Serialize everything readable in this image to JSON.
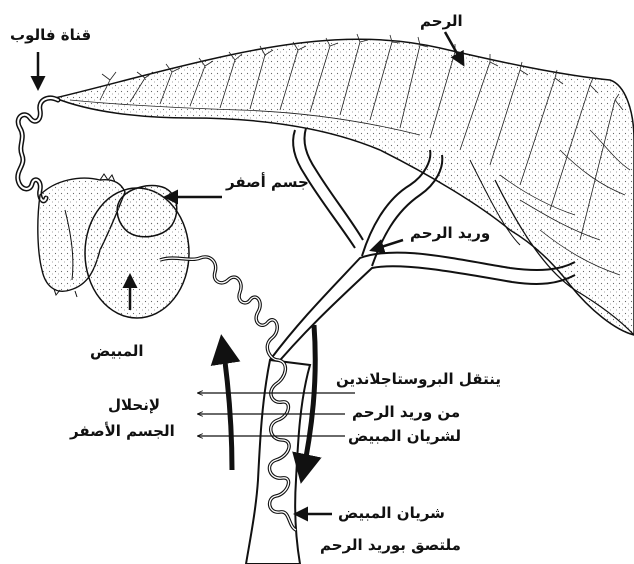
{
  "labels": {
    "fallopian_tube": "قناة فالوب",
    "uterus": "الرحم",
    "corpus_luteum": "جسم أصفر",
    "uterine_vein": "وريد الرحم",
    "ovary": "المبيض",
    "prostaglandin_line1": "ينتقل البروستاجلاندين",
    "prostaglandin_line2": "من وريد الرحم",
    "prostaglandin_line3": "لشريان المبيض",
    "lysis_line1": "لإنحلال",
    "lysis_line2": "الجسم الأصفر",
    "ovarian_artery_line1": "شريان المبيض",
    "ovarian_artery_line2": "ملتصق بوريد الرحم"
  },
  "colors": {
    "ink": "#111111",
    "stipple": "#555555",
    "background": "#ffffff"
  }
}
